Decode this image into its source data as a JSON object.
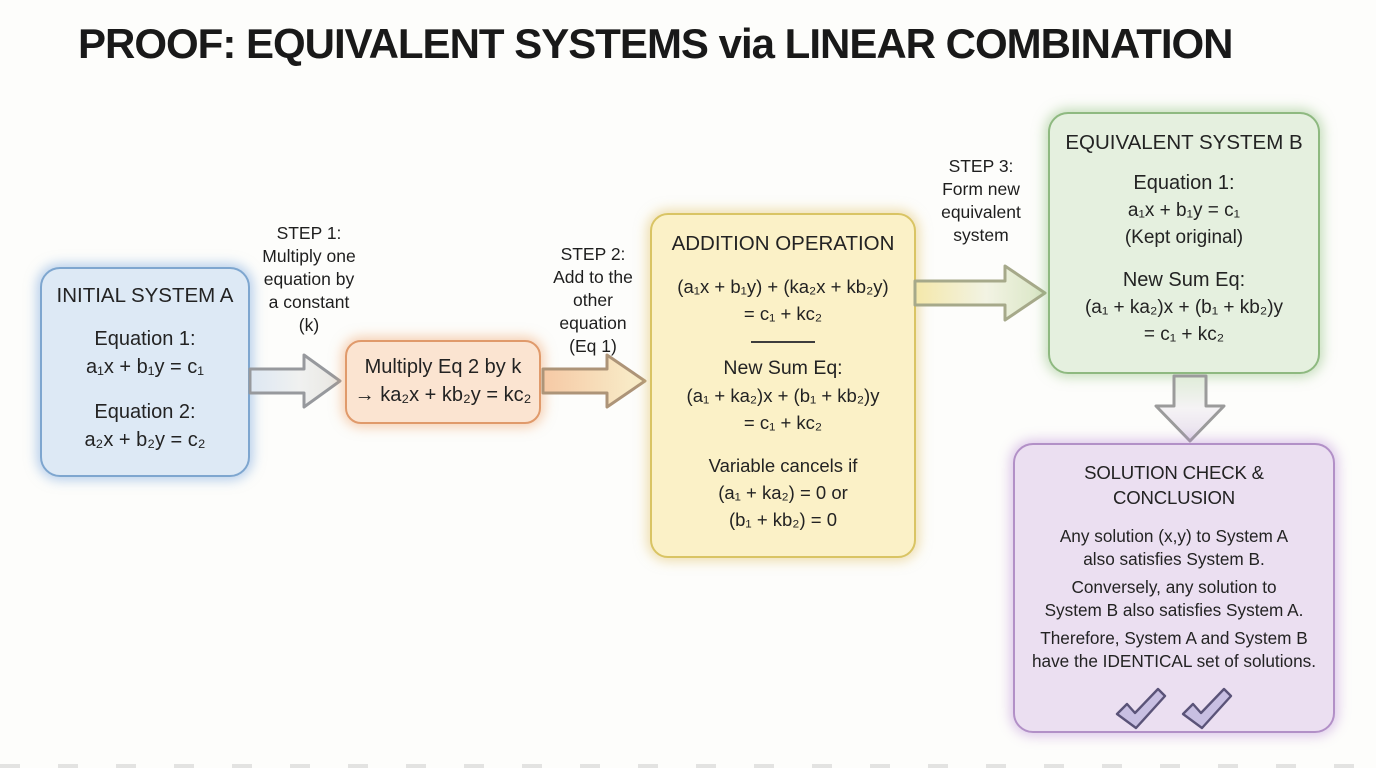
{
  "title": "PROOF: EQUIVALENT SYSTEMS via LINEAR COMBINATION",
  "boxes": {
    "initial_system": {
      "heading": "INITIAL SYSTEM A",
      "eq1_label": "Equation 1:",
      "eq1": "a₁x + b₁y = c₁",
      "eq2_label": "Equation 2:",
      "eq2": "a₂x + b₂y = c₂"
    },
    "multiply": {
      "line1": "Multiply Eq 2 by k",
      "line2": "→ ka₂x + kb₂y = kc₂"
    },
    "addition": {
      "heading": "ADDITION OPERATION",
      "sum_line1": "(a₁x + b₁y) + (ka₂x + kb₂y)",
      "sum_line2": "= c₁ + kc₂",
      "new_sum_label": "New Sum Eq:",
      "new_sum_line1": "(a₁ + ka₂)x + (b₁ + kb₂)y",
      "new_sum_line2": "= c₁ + kc₂",
      "cancel_label": "Variable cancels if",
      "cancel_line1": "(a₁ + ka₂) = 0 or",
      "cancel_line2": "(b₁ + kb₂) = 0"
    },
    "equivalent_system": {
      "heading": "EQUIVALENT SYSTEM B",
      "eq1_label": "Equation 1:",
      "eq1": "a₁x + b₁y = c₁",
      "eq1_note": "(Kept original)",
      "new_sum_label": "New Sum Eq:",
      "new_sum_line1": "(a₁ + ka₂)x + (b₁ + kb₂)y",
      "new_sum_line2": "= c₁ + kc₂"
    },
    "conclusion": {
      "heading": "SOLUTION CHECK & CONCLUSION",
      "para1_line1": "Any solution (x,y) to System A",
      "para1_line2": "also satisfies System B.",
      "para2_line1": "Conversely, any solution to",
      "para2_line2": "System B also satisfies System A.",
      "para3_line1": "Therefore, System A and System B",
      "para3_line2": "have the IDENTICAL set of solutions."
    }
  },
  "steps": {
    "step1": {
      "label": "STEP 1:",
      "line1": "Multiply one",
      "line2": "equation by",
      "line3": "a constant",
      "line4": "(k)"
    },
    "step2": {
      "label": "STEP 2:",
      "line1": "Add to the",
      "line2": "other",
      "line3": "equation",
      "line4": "(Eq 1)"
    },
    "step3": {
      "label": "STEP 3:",
      "line1": "Form new",
      "line2": "equivalent",
      "line3": "system"
    }
  },
  "icons": {
    "check": "✓",
    "right_arrow": "→",
    "down_arrow": "↓"
  },
  "colors": {
    "background": "#fdfdfb",
    "text": "#232323",
    "blue_fill": "#dde9f5",
    "blue_border": "#7ea6cf",
    "orange_fill": "#fbe4d1",
    "orange_border": "#e09a6b",
    "yellow_fill": "#fbf1c7",
    "yellow_border": "#d9c464",
    "green_fill": "#e5f0df",
    "green_border": "#8eb980",
    "purple_fill": "#ebdff1",
    "purple_border": "#b290c7",
    "check_fill": "#c8bfe2",
    "check_stroke": "#5a5378"
  }
}
